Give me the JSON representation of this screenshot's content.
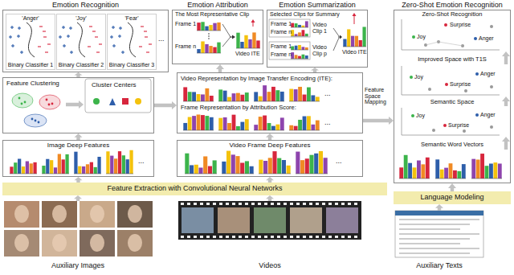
{
  "diagram": {
    "nodes": [
      {
        "text": [
          "Emotion Recognition"
        ]
      },
      {
        "text": [
          "'Anger'",
          "Binary Classifier 1"
        ],
        "in": 0
      },
      {
        "text": [
          "'Joy'",
          "Binary Classifier 2"
        ],
        "in": 0
      },
      {
        "text": [
          "'Fear'",
          "Binary Classifier 3"
        ],
        "in": 0
      },
      {
        "text": [
          "Emotion Attribution"
        ]
      },
      {
        "text": [
          "Emotion Summarization"
        ]
      },
      {
        "text": [
          "Zero-Shot Emotion Recognition"
        ]
      },
      {
        "text": [
          "Feature Clustering",
          "Cluster Centers"
        ]
      },
      {
        "text": [
          "Video Representation by Image Transfer Encoding (ITE):",
          "Frame Representation by Attribution Score:"
        ]
      },
      {
        "text": [
          "Image Deep Features"
        ]
      },
      {
        "text": [
          "Video Frame Deep Features"
        ]
      },
      {
        "text": [
          "Feature Extraction with Convolutional Neural Networks"
        ]
      },
      {
        "text": [
          "Language Modeling"
        ]
      }
    ],
    "edges": [
      {
        "from": 11,
        "to": 9,
        "arrow": "to"
      },
      {
        "from": 11,
        "to": 10,
        "arrow": "to"
      },
      {
        "from": 9,
        "to": 7,
        "arrow": "to"
      },
      {
        "from": 7,
        "to": 0,
        "arrow": "to"
      },
      {
        "from": 7,
        "to": 8,
        "arrow": "to"
      },
      {
        "from": 10,
        "to": 8,
        "arrow": "to"
      },
      {
        "from": 8,
        "to": 4,
        "arrow": "to"
      },
      {
        "from": 8,
        "to": 5,
        "arrow": "to"
      },
      {
        "from": 8,
        "to": 6,
        "label": "Feature Space Mapping",
        "arrow": "to"
      },
      {
        "from": 12,
        "to": 6,
        "arrow": "to"
      }
    ],
    "labels": [
      "...",
      "The Most Representative Clip",
      "Frame 1",
      "Frame n",
      "Video ITE",
      "Selected Clips for Summary",
      "Frame 1",
      "Frame n",
      "Video Clip 1",
      "Frame 1",
      "Frame n",
      "Video Clip p",
      "Video ITE",
      "Zero-Shot Recognition",
      "Surprise",
      "Joy",
      "Anger",
      "Improved Space with T1S",
      "Joy",
      "Surprise",
      "Anger",
      "Semantic Space",
      "Joy",
      "Surprise",
      "Anger",
      "Semantic Word Vectors",
      "...",
      "...",
      "...",
      "...",
      "Auxiliary Images",
      "Videos",
      "Auxiliary Texts"
    ]
  }
}
